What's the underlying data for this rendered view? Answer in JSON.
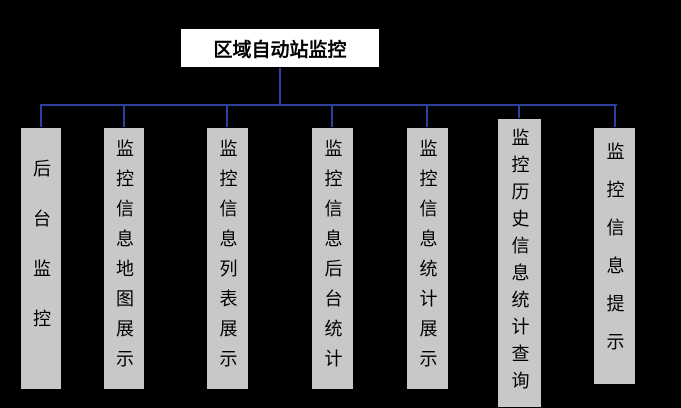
{
  "diagram": {
    "root": {
      "label": "区域自动站监控"
    },
    "children": [
      {
        "label": "后台监控"
      },
      {
        "label": "监控信息地图展示"
      },
      {
        "label": "监控信息列表展示"
      },
      {
        "label": "监控信息后台统计"
      },
      {
        "label": "监控信息统计展示"
      },
      {
        "label": "监控历史信息统计查询"
      },
      {
        "label": "监控信息提示"
      }
    ],
    "colors": {
      "background": "#000000",
      "root_fill": "#ffffff",
      "node_fill": "#c8c8c8",
      "connector": "#2f3fa0",
      "text": "#000000"
    }
  }
}
